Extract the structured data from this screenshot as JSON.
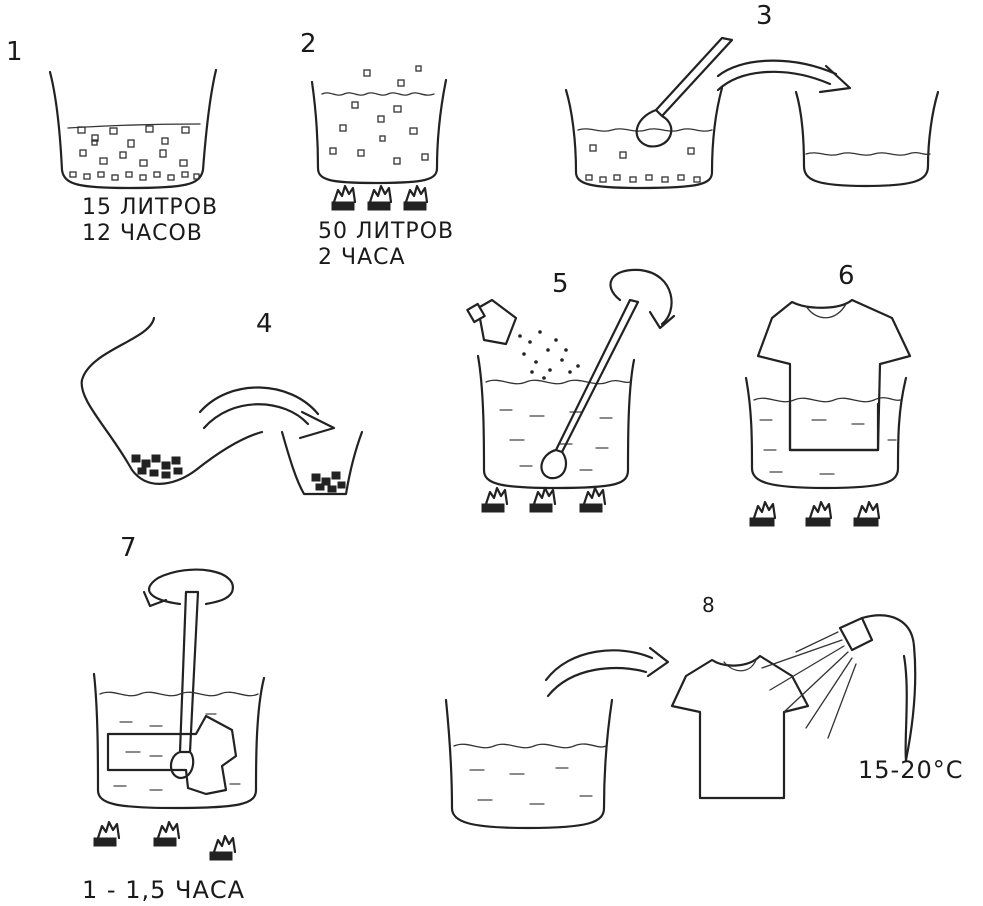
{
  "steps": [
    {
      "number": "1",
      "line1": "15 ЛИТРОВ",
      "line2": "12 ЧАСОВ"
    },
    {
      "number": "2",
      "line1": "50 ЛИТРОВ",
      "line2": "2 ЧАСА"
    },
    {
      "number": "3"
    },
    {
      "number": "4"
    },
    {
      "number": "5"
    },
    {
      "number": "6"
    },
    {
      "number": "7",
      "line1": "1 - 1,5 ЧАСА"
    },
    {
      "number": "8",
      "line1": "15-20°C"
    }
  ]
}
